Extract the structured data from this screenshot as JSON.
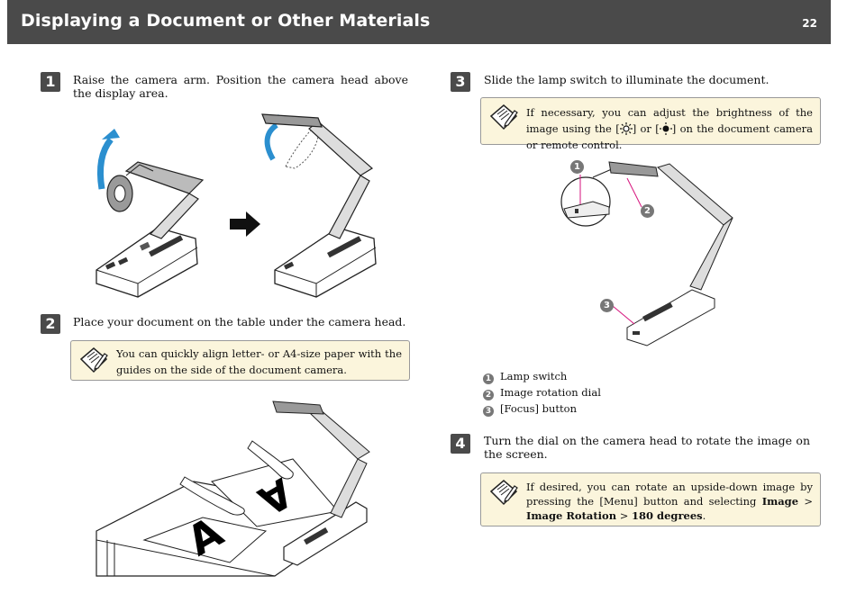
{
  "header": {
    "title": "Displaying a Document or Other Materials",
    "page_number": "22"
  },
  "steps": [
    {
      "number": "1",
      "text": "Raise the camera arm. Position the camera head above the display area."
    },
    {
      "number": "2",
      "text": "Place your document on the table under the camera head.",
      "note": "You can quickly align letter- or A4-size paper with the guides on the side of the document camera."
    },
    {
      "number": "3",
      "text": "Slide the lamp switch to illuminate the document.",
      "note_before": "If necessary, you can adjust the brightness of the image using the [",
      "note_middle": "] or [",
      "note_after": "] on the document camera or remote control.",
      "callouts": [
        "1",
        "2",
        "3"
      ],
      "legend": [
        {
          "num": "1",
          "label": "Lamp switch"
        },
        {
          "num": "2",
          "label": "Image rotation dial"
        },
        {
          "num": "3",
          "label": "[Focus] button"
        }
      ]
    },
    {
      "number": "4",
      "text": "Turn the dial on the camera head to rotate the image on the screen.",
      "note_1": "If desired, you can rotate an upside-down image by pressing the [Menu] button and selecting ",
      "note_bold_1": "Image",
      "note_sep": " > ",
      "note_bold_2": "Image Rotation",
      "note_sep_2": " > ",
      "note_bold_3": "180 degrees",
      "note_end": "."
    }
  ],
  "illustration": {
    "paper_letter": "A"
  },
  "icons": {
    "note": "note-pencil-icon",
    "brightness_up": "sun-icon",
    "brightness_down": "dark-sun-icon",
    "arrow": "right-arrow-icon",
    "raise": "curved-arrow-icon"
  }
}
